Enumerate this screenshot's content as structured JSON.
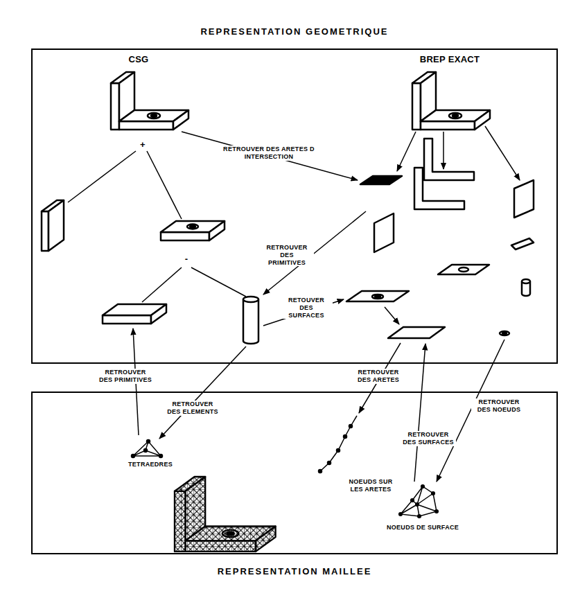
{
  "diagram": {
    "nodes": [
      {
        "text": [
          "REPRESENTATION GEOMETRIQUE"
        ]
      },
      {
        "text": [
          "REPRESENTATION MAILLEE"
        ]
      }
    ],
    "labels": [
      "CSG",
      "BREP EXACT",
      "+",
      "-",
      "RETROUVER DES ARETES D INTERSECTION",
      "RETROUVER DES PRIMITIVES",
      "RETOUVER DES SURFACES",
      "RETROUVER DES PRIMITIVES",
      "RETROUVER DES ELEMENTS",
      "RETROUVER DES ARETES",
      "RETROUVER DES NOEUDS",
      "RETROUVER DES SURFACES",
      "TETRAEDRES",
      "NOEUDS SUR LES ARETES",
      "NOEUDS DE SURFACE"
    ]
  }
}
